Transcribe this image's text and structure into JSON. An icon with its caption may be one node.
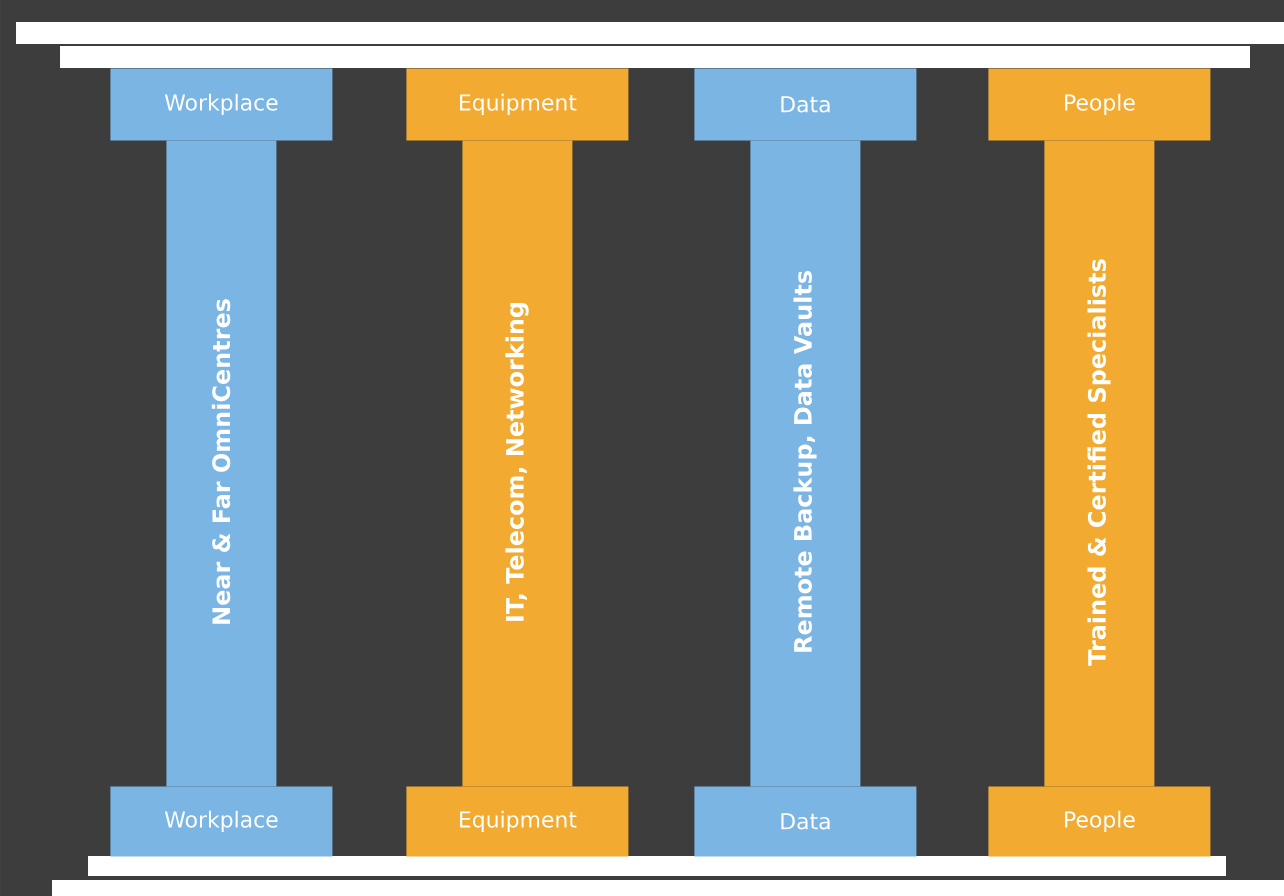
{
  "diagram": {
    "nodes": [
      {
        "text": [
          "Workplace"
        ]
      },
      {
        "text": [
          "Near & Far OmniCentres"
        ]
      },
      {
        "text": [
          "Workplace"
        ]
      },
      {
        "text": [
          "Equipment"
        ]
      },
      {
        "text": [
          "IT, Telecom, Networking"
        ]
      },
      {
        "text": [
          "Equipment"
        ]
      },
      {
        "text": [
          "Data"
        ]
      },
      {
        "text": [
          "Remote Backup, Data Vaults"
        ]
      },
      {
        "text": [
          "Data"
        ]
      },
      {
        "text": [
          "People"
        ]
      },
      {
        "text": [
          "Trained & Certified Specialists"
        ]
      },
      {
        "text": [
          "People"
        ]
      }
    ]
  }
}
